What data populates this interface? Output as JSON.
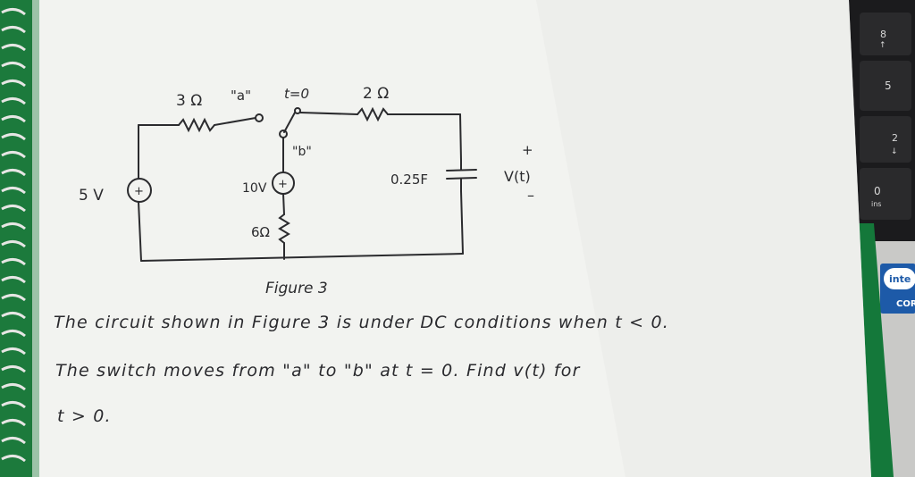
{
  "circuit": {
    "source_5v": "5 V",
    "r1": "3 Ω",
    "switch_pos_a": "\"a\"",
    "switch_time": "t=0",
    "r2": "2 Ω",
    "switch_pos_b": "\"b\"",
    "source_10v": "10V",
    "r3": "6Ω",
    "capacitor": "0.25F",
    "v_plus": "+",
    "v_label": "V(t)",
    "v_minus": "–",
    "caption": "Figure 3"
  },
  "problem": {
    "line1": "The circuit shown in Figure 3 is under DC conditions when t < 0.",
    "line2": "The switch moves from \"a\" to \"b\" at t = 0. Find v(t) for",
    "line3": "t > 0."
  },
  "laptop": {
    "keys": [
      "8",
      "5",
      "2",
      "0"
    ],
    "ins_label": "ins",
    "badge_text": "inte",
    "badge_sub": "COR"
  }
}
